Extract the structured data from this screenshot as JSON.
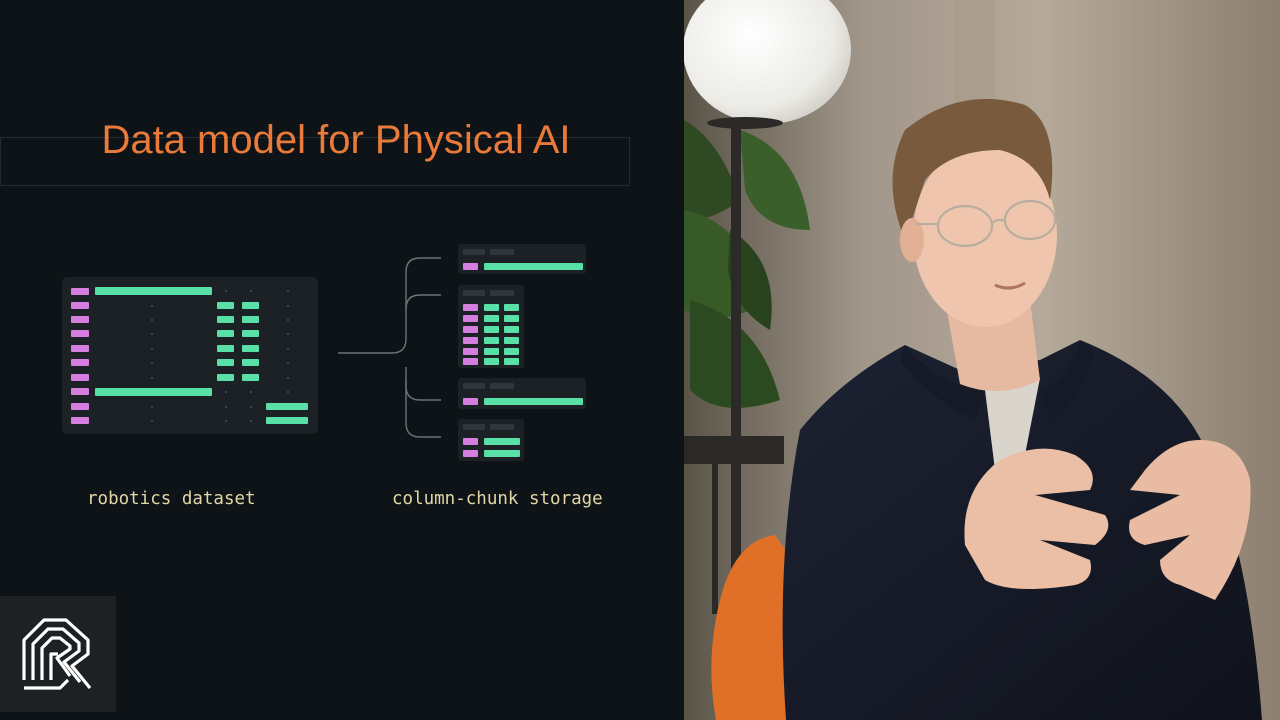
{
  "slide": {
    "title": "Data model for Physical AI",
    "dataset_label": "robotics dataset",
    "storage_label": "column-chunk storage"
  },
  "colors": {
    "accent": "#ea7a3a",
    "index_column": "#d67de0",
    "data_column": "#58e0a6",
    "label_text": "#e3d7a6",
    "slide_background": "#0d1316"
  },
  "icons": {
    "logo": "rerun-logo-icon"
  }
}
